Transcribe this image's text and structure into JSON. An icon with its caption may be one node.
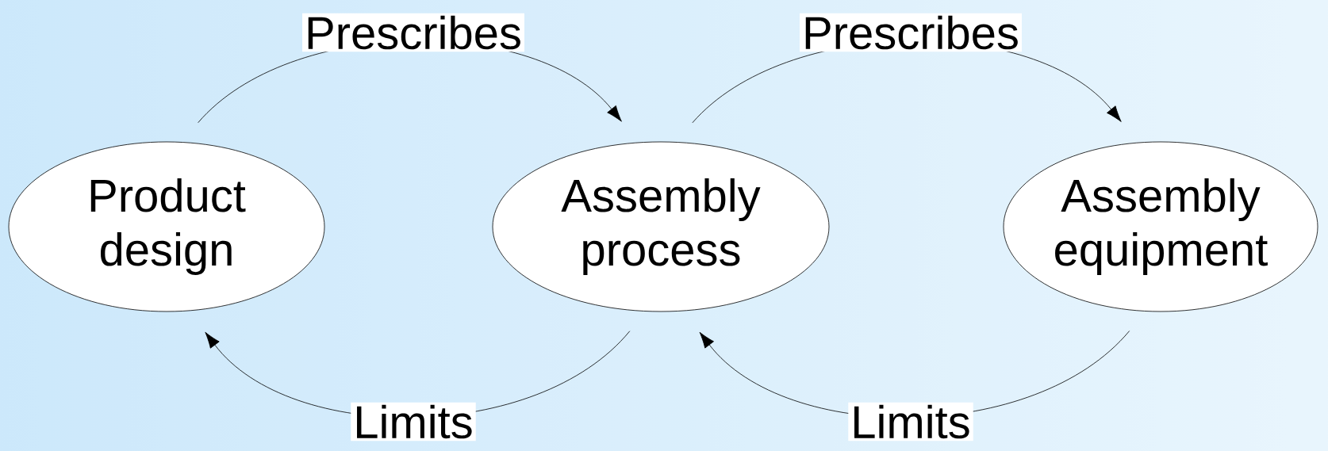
{
  "diagram": {
    "nodes": [
      {
        "text": [
          "Product design"
        ]
      },
      {
        "text": [
          "Assembly process"
        ]
      },
      {
        "text": [
          "Assembly equipment"
        ]
      }
    ],
    "edges": [
      {
        "from": 0,
        "to": 1,
        "arrow": "to",
        "label": "Prescribes"
      },
      {
        "from": 1,
        "to": 2,
        "arrow": "to",
        "label": "Prescribes"
      },
      {
        "from": 1,
        "to": 0,
        "arrow": "to",
        "label": "Limits"
      },
      {
        "from": 2,
        "to": 1,
        "arrow": "to",
        "label": "Limits"
      }
    ]
  }
}
